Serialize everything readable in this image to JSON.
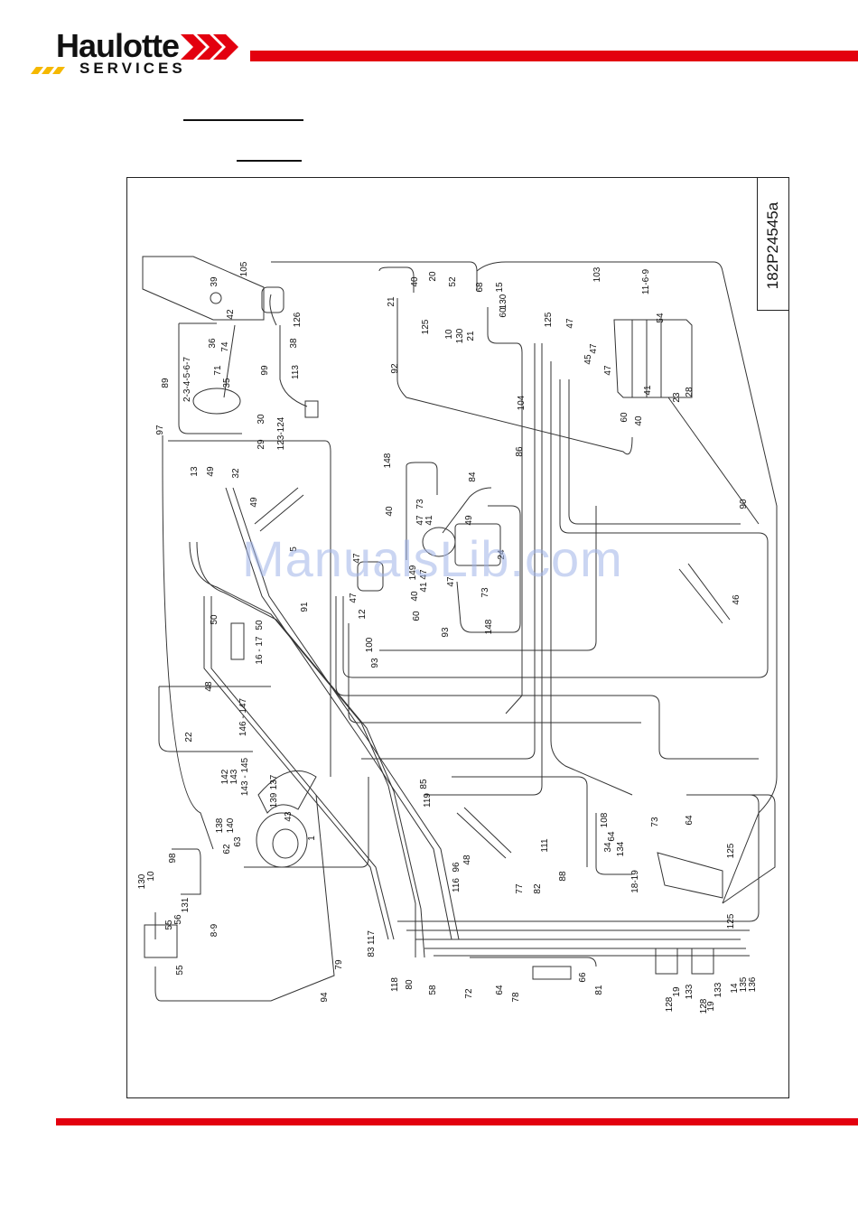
{
  "logo": {
    "brand": "Haulotte",
    "sub": "SERVICES"
  },
  "drawing_number": "182P24545a",
  "watermark": "ManualsLib.com",
  "colors": {
    "accent": "#e3000f",
    "logo_yellow": "#f5b800",
    "ink": "#222222"
  },
  "callouts": [
    {
      "id": "c1",
      "text": "105"
    },
    {
      "id": "c2",
      "text": "39"
    },
    {
      "id": "c3",
      "text": "42"
    },
    {
      "id": "c4",
      "text": "36"
    },
    {
      "id": "c5",
      "text": "74"
    },
    {
      "id": "c6",
      "text": "126"
    },
    {
      "id": "c7",
      "text": "38"
    },
    {
      "id": "c8",
      "text": "71"
    },
    {
      "id": "c9",
      "text": "99"
    },
    {
      "id": "c10",
      "text": "35"
    },
    {
      "id": "c11",
      "text": "113"
    },
    {
      "id": "c12",
      "text": "2-3-4-5-6-7"
    },
    {
      "id": "c13",
      "text": "89"
    },
    {
      "id": "c14",
      "text": "30"
    },
    {
      "id": "c15",
      "text": "29"
    },
    {
      "id": "c16",
      "text": "123-124"
    },
    {
      "id": "c17",
      "text": "97"
    },
    {
      "id": "c18",
      "text": "13"
    },
    {
      "id": "c19",
      "text": "49"
    },
    {
      "id": "c20",
      "text": "32"
    },
    {
      "id": "c21",
      "text": "49"
    },
    {
      "id": "c22",
      "text": "5"
    },
    {
      "id": "c23",
      "text": "91"
    },
    {
      "id": "c24",
      "text": "50"
    },
    {
      "id": "c25",
      "text": "50"
    },
    {
      "id": "c26",
      "text": "16 - 17"
    },
    {
      "id": "c27",
      "text": "48"
    },
    {
      "id": "c28",
      "text": "22"
    },
    {
      "id": "c29",
      "text": "146 - 147"
    },
    {
      "id": "c30",
      "text": "142"
    },
    {
      "id": "c31",
      "text": "143"
    },
    {
      "id": "c32",
      "text": "143 - 145"
    },
    {
      "id": "c33",
      "text": "139"
    },
    {
      "id": "c34",
      "text": "137"
    },
    {
      "id": "c35",
      "text": "43"
    },
    {
      "id": "c36",
      "text": "138"
    },
    {
      "id": "c37",
      "text": "140"
    },
    {
      "id": "c38",
      "text": "62"
    },
    {
      "id": "c39",
      "text": "63"
    },
    {
      "id": "c40",
      "text": "1"
    },
    {
      "id": "c41",
      "text": "98"
    },
    {
      "id": "c42",
      "text": "130"
    },
    {
      "id": "c43",
      "text": "10"
    },
    {
      "id": "c44",
      "text": "131"
    },
    {
      "id": "c45",
      "text": "55"
    },
    {
      "id": "c46",
      "text": "56"
    },
    {
      "id": "c47",
      "text": "8-9"
    },
    {
      "id": "c48",
      "text": "55"
    },
    {
      "id": "c49",
      "text": "94"
    },
    {
      "id": "c50",
      "text": "79"
    },
    {
      "id": "c51",
      "text": "21"
    },
    {
      "id": "c52",
      "text": "40"
    },
    {
      "id": "c53",
      "text": "20"
    },
    {
      "id": "c54",
      "text": "52"
    },
    {
      "id": "c55",
      "text": "68"
    },
    {
      "id": "c56",
      "text": "15"
    },
    {
      "id": "c57",
      "text": "130"
    },
    {
      "id": "c58",
      "text": "60"
    },
    {
      "id": "c59",
      "text": "125"
    },
    {
      "id": "c60",
      "text": "10"
    },
    {
      "id": "c61",
      "text": "130"
    },
    {
      "id": "c62",
      "text": "21"
    },
    {
      "id": "c63",
      "text": "92"
    },
    {
      "id": "c64",
      "text": "103"
    },
    {
      "id": "c65",
      "text": "11-6-9"
    },
    {
      "id": "c66",
      "text": "54"
    },
    {
      "id": "c67",
      "text": "125"
    },
    {
      "id": "c68",
      "text": "47"
    },
    {
      "id": "c69",
      "text": "47"
    },
    {
      "id": "c70",
      "text": "45"
    },
    {
      "id": "c71",
      "text": "47"
    },
    {
      "id": "c72",
      "text": "41"
    },
    {
      "id": "c73",
      "text": "23"
    },
    {
      "id": "c74",
      "text": "28"
    },
    {
      "id": "c75",
      "text": "60"
    },
    {
      "id": "c76",
      "text": "40"
    },
    {
      "id": "c77",
      "text": "104"
    },
    {
      "id": "c78",
      "text": "86"
    },
    {
      "id": "c79",
      "text": "148"
    },
    {
      "id": "c80",
      "text": "84"
    },
    {
      "id": "c81",
      "text": "40"
    },
    {
      "id": "c82",
      "text": "73"
    },
    {
      "id": "c83",
      "text": "47"
    },
    {
      "id": "c84",
      "text": "49"
    },
    {
      "id": "c85",
      "text": "41"
    },
    {
      "id": "c86",
      "text": "47"
    },
    {
      "id": "c87",
      "text": "24"
    },
    {
      "id": "c88",
      "text": "149"
    },
    {
      "id": "c89",
      "text": "40"
    },
    {
      "id": "c90",
      "text": "41"
    },
    {
      "id": "c91",
      "text": "47"
    },
    {
      "id": "c92",
      "text": "73"
    },
    {
      "id": "c93",
      "text": "60"
    },
    {
      "id": "c94",
      "text": "148"
    },
    {
      "id": "c95",
      "text": "93"
    },
    {
      "id": "c96",
      "text": "12"
    },
    {
      "id": "c97",
      "text": "47"
    },
    {
      "id": "c98",
      "text": "100"
    },
    {
      "id": "c99",
      "text": "93"
    },
    {
      "id": "c100",
      "text": "90"
    },
    {
      "id": "c101",
      "text": "46"
    },
    {
      "id": "c102",
      "text": "85"
    },
    {
      "id": "c103",
      "text": "119"
    },
    {
      "id": "c104",
      "text": "48"
    },
    {
      "id": "c105",
      "text": "96"
    },
    {
      "id": "c106",
      "text": "116"
    },
    {
      "id": "c107",
      "text": "117"
    },
    {
      "id": "c108",
      "text": "83"
    },
    {
      "id": "c109",
      "text": "118"
    },
    {
      "id": "c110",
      "text": "80"
    },
    {
      "id": "c111",
      "text": "58"
    },
    {
      "id": "c112",
      "text": "77"
    },
    {
      "id": "c113",
      "text": "82"
    },
    {
      "id": "c114",
      "text": "72"
    },
    {
      "id": "c115",
      "text": "64"
    },
    {
      "id": "c116",
      "text": "78"
    },
    {
      "id": "c117",
      "text": "66"
    },
    {
      "id": "c118",
      "text": "81"
    },
    {
      "id": "c119",
      "text": "111"
    },
    {
      "id": "c120",
      "text": "88"
    },
    {
      "id": "c121",
      "text": "108"
    },
    {
      "id": "c122",
      "text": "64"
    },
    {
      "id": "c123",
      "text": "34"
    },
    {
      "id": "c124",
      "text": "134"
    },
    {
      "id": "c125",
      "text": "73"
    },
    {
      "id": "c126",
      "text": "64"
    },
    {
      "id": "c127",
      "text": "18-19"
    },
    {
      "id": "c128",
      "text": "125"
    },
    {
      "id": "c129",
      "text": "125"
    },
    {
      "id": "c130",
      "text": "128"
    },
    {
      "id": "c131",
      "text": "19"
    },
    {
      "id": "c132",
      "text": "133"
    },
    {
      "id": "c133",
      "text": "128"
    },
    {
      "id": "c134",
      "text": "19"
    },
    {
      "id": "c135",
      "text": "133"
    },
    {
      "id": "c136",
      "text": "14"
    },
    {
      "id": "c137",
      "text": "135"
    },
    {
      "id": "c138",
      "text": "136"
    },
    {
      "id": "c139",
      "text": "47"
    }
  ]
}
